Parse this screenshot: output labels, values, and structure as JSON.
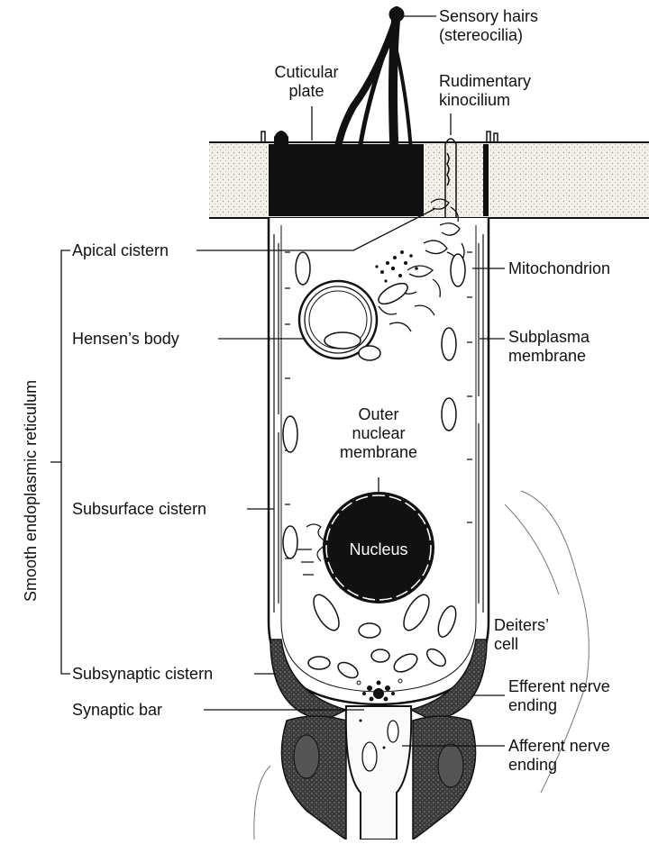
{
  "labels": {
    "sensory_hairs": [
      "Sensory hairs",
      "(stereocilia)"
    ],
    "cuticular_plate": [
      "Cuticular",
      "plate"
    ],
    "kinocilium": [
      "Rudimentary",
      "kinocilium"
    ],
    "apical_cistern": "Apical cistern",
    "mitochondrion": "Mitochondrion",
    "hensens_body": "Hensen’s body",
    "subplasma_membrane": [
      "Subplasma",
      "membrane"
    ],
    "outer_nuclear_membrane": [
      "Outer",
      "nuclear",
      "membrane"
    ],
    "subsurface_cistern": "Subsurface cistern",
    "nucleus": "Nucleus",
    "deiters_cell": [
      "Deiters’",
      "cell"
    ],
    "subsynaptic_cistern": "Subsynaptic cistern",
    "efferent_nerve_ending": [
      "Efferent nerve",
      "ending"
    ],
    "synaptic_bar": "Synaptic bar",
    "afferent_nerve_ending": [
      "Afferent nerve",
      "ending"
    ],
    "group_label": "Smooth endoplasmic reticulum"
  },
  "colors": {
    "ink": "#111111",
    "paper": "#ffffff",
    "stipple": "#e9e6dc"
  }
}
